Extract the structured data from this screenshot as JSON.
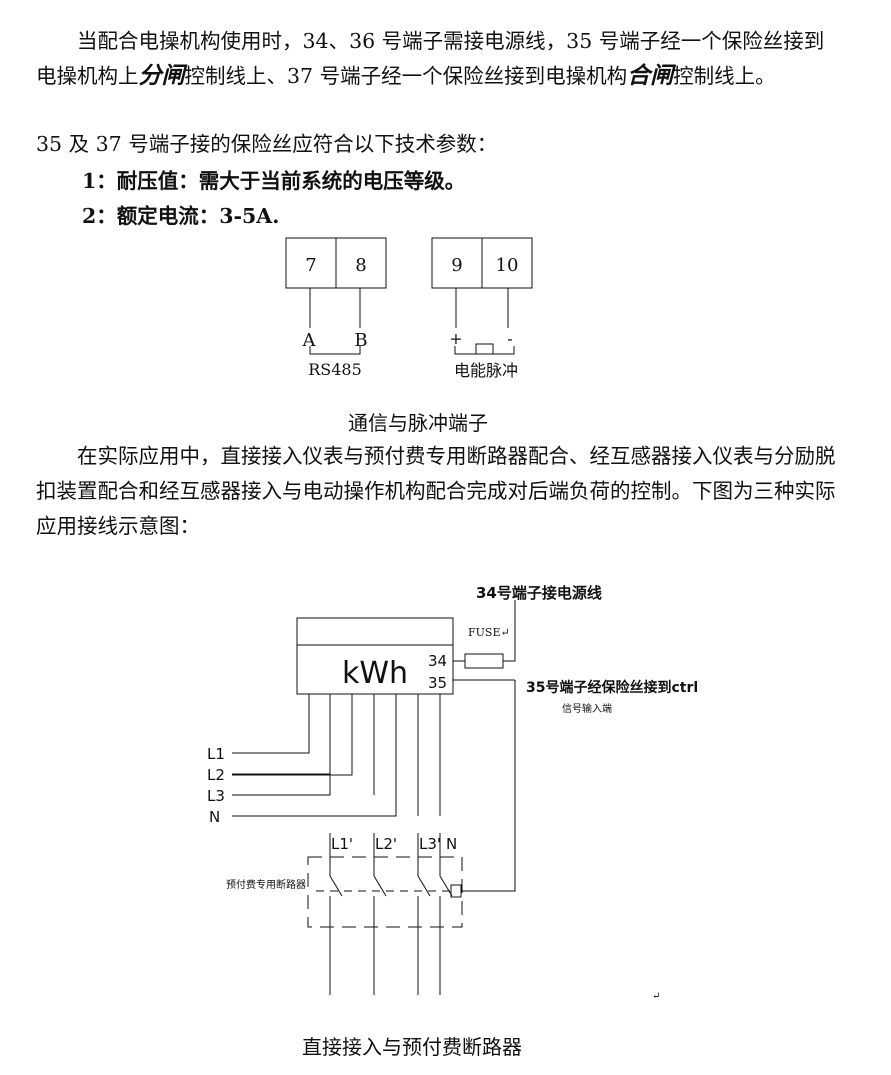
{
  "paragraph1": {
    "part1": "当配合电操机构使用时，34、36 号端子需接电源线，35 号端子经一个保险丝接到电操机构上",
    "emph1": "分闸",
    "part2": "控制线上、37 号端子经一个保险丝接到电操机构",
    "emph2": "合闸",
    "part3": "控制线上。"
  },
  "paragraph2": "35 及 37 号端子接的保险丝应符合以下技术参数：",
  "items": [
    "1：耐压值：需大于当前系统的电压等级。",
    "2：额定电流：3-5A."
  ],
  "terminal_diagram": {
    "terminals": [
      "7",
      "8",
      "9",
      "10"
    ],
    "label_a": "A",
    "label_b": "B",
    "rs485": "RS485",
    "plus": "+",
    "minus": "-",
    "pulse_label": "电能脉冲",
    "caption": "通信与脉冲端子"
  },
  "paragraph3": "在实际应用中，直接接入仪表与预付费专用断路器配合、经互感器接入仪表与分励脱扣装置配合和经互感器接入与电动操作机构配合完成对后端负荷的控制。下图为三种实际应用接线示意图：",
  "wiring_diagram": {
    "top_note": "34号端子接电源线",
    "fuse": "FUSE↵",
    "meter": "kWh",
    "t34": "34",
    "t35": "35",
    "note35_main": "35号端子经保险丝接到ctrl",
    "note35_sub": "信号输入端",
    "lines": [
      "L1",
      "L2",
      "L3",
      "N"
    ],
    "breaker_labels": [
      "L1'",
      "L2'",
      "L3'",
      "N"
    ],
    "breaker_name": "预付费专用断路器",
    "return_mark": "↵",
    "caption": "直接接入与预付费断路器"
  }
}
